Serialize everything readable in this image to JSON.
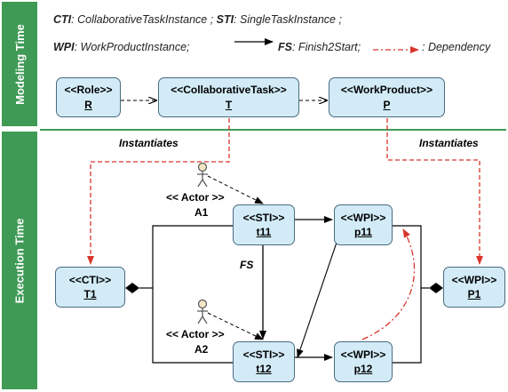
{
  "bands": {
    "modeling": "Modeling Time",
    "execution": "Execution Time"
  },
  "legend": {
    "cti_abbr": "CTI",
    "cti_text": ": CollaborativeTaskInstance ; ",
    "sti_abbr": "STI",
    "sti_text": ": SingleTaskInstance ;",
    "wpi_abbr": "WPI",
    "wpi_text": ": WorkProductInstance;",
    "fs_abbr": "FS",
    "fs_text": ": Finish2Start;",
    "dep_text": ": Dependency"
  },
  "model": {
    "role": {
      "type": "<<Role>>",
      "id": "R"
    },
    "task": {
      "type": "<<CollaborativeTask>>",
      "id": "T"
    },
    "product": {
      "type": "<<WorkProduct>>",
      "id": "P"
    }
  },
  "labels": {
    "instantiates_left": "Instantiates",
    "instantiates_right": "Instantiates",
    "actor1": "<< Actor >>",
    "actor1_id": "A1",
    "actor2": "<< Actor >>",
    "actor2_id": "A2",
    "fs": "FS"
  },
  "execution": {
    "cti": {
      "type": "<<CTI>>",
      "id": "T1"
    },
    "sti1": {
      "type": "<<STI>>",
      "id": "t11"
    },
    "sti2": {
      "type": "<<STI>>",
      "id": "t12"
    },
    "wpi1": {
      "type": "<<WPI>>",
      "id": "p11"
    },
    "wpi2": {
      "type": "<<WPI>>",
      "id": "p12"
    },
    "wpi_p1": {
      "type": "<<WPI>>",
      "id": "P1"
    }
  },
  "colors": {
    "band": "#3f9a56",
    "box_fill": "#d2ebf7",
    "box_border": "#4a6b80",
    "dependency": "#d9342b",
    "separator": "#3f9a56"
  }
}
